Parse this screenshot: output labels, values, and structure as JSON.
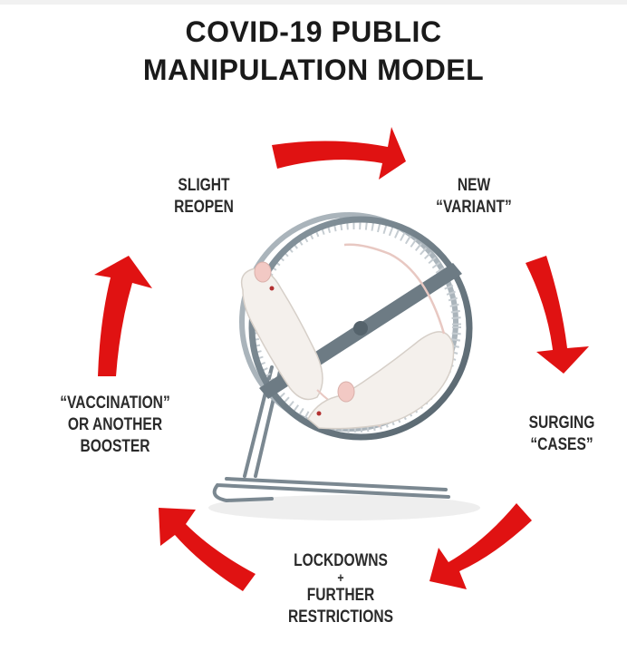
{
  "title": {
    "line1": "COVID-19 PUBLIC",
    "line2": "MANIPULATION MODEL"
  },
  "cycle": {
    "stage_1": {
      "line1": "NEW",
      "line2": "“VARIANT”"
    },
    "stage_2": {
      "line1": "SURGING",
      "line2": "“CASES”"
    },
    "stage_3": {
      "line1": "LOCKDOWNS",
      "line2": "+",
      "line3": "FURTHER",
      "line4": "RESTRICTIONS"
    },
    "stage_4": {
      "line1": "“VACCINATION”",
      "line2": "OR ANOTHER",
      "line3": "BOOSTER"
    },
    "stage_5": {
      "line1": "SLIGHT",
      "line2": "REOPEN"
    }
  },
  "colors": {
    "arrow": "#e01212",
    "text": "#1a1a1a",
    "wheel": "#6d7b84",
    "mouse": "#f4f0ec"
  },
  "icons": {
    "center": "hamster-wheel-with-mice-illustration",
    "arrows": "curved-red-arrow"
  }
}
